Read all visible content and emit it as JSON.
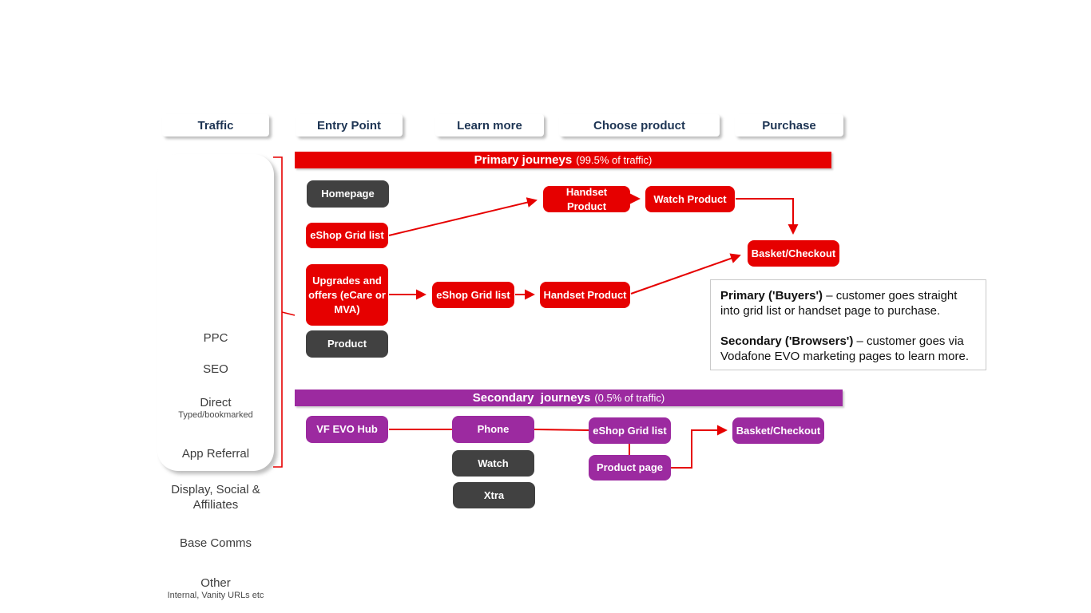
{
  "colors": {
    "vodafone_red": "#e60000",
    "vodafone_purple": "#9c2aa0",
    "dark_grey_node": "#414141",
    "stage_text_navy": "#1e3554",
    "arrow_red": "#e60000"
  },
  "stages": {
    "traffic": "Traffic",
    "entry_point": "Entry Point",
    "learn_more": "Learn more",
    "choose_product": "Choose product",
    "purchase": "Purchase"
  },
  "traffic_sources": {
    "items": [
      {
        "label": "PPC",
        "sub": ""
      },
      {
        "label": "SEO",
        "sub": ""
      },
      {
        "label": "Direct",
        "sub": "Typed/bookmarked"
      },
      {
        "label": "App Referral",
        "sub": ""
      },
      {
        "label": "Display, Social & Affiliates",
        "sub": ""
      },
      {
        "label": "Base Comms",
        "sub": ""
      },
      {
        "label": "Other",
        "sub": "Internal, Vanity URLs etc"
      }
    ]
  },
  "primary": {
    "banner_title": "Primary journeys",
    "banner_note": "(99.5% of traffic)",
    "nodes": {
      "homepage": "Homepage",
      "eshop_grid_list_1": "eShop Grid list",
      "handset_product_1": "Handset Product",
      "watch_product": "Watch Product",
      "basket_checkout": "Basket/Checkout",
      "upgrades_offers": "Upgrades and offers (eCare or MVA)",
      "eshop_grid_list_2": "eShop Grid list",
      "handset_product_2": "Handset Product",
      "product": "Product"
    }
  },
  "secondary": {
    "banner_title": "Secondary  journeys",
    "banner_note": "(0.5% of traffic)",
    "nodes": {
      "vf_evo_hub": "VF EVO Hub",
      "phone": "Phone",
      "watch": "Watch",
      "xtra": "Xtra",
      "eshop_grid_list": "eShop Grid list",
      "product_page": "Product page",
      "basket_checkout": "Basket/Checkout"
    }
  },
  "note": {
    "p1_lead": "Primary ('Buyers')",
    "p1_rest": " – customer goes straight into grid list or handset page to purchase.",
    "p2_lead": "Secondary ('Browsers')",
    "p2_rest": " – customer goes via Vodafone EVO marketing pages to learn more."
  }
}
